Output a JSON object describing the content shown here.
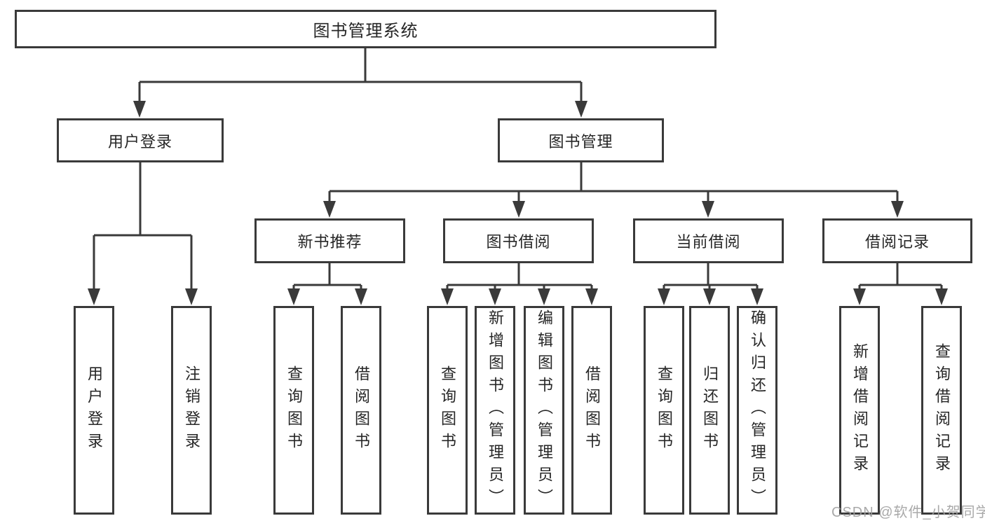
{
  "diagram": {
    "type": "tree",
    "colors": {
      "line": "#3a3a3a",
      "text": "#262626",
      "background": "#ffffff",
      "watermark": "#a0a0a0"
    },
    "root": {
      "label": "图书管理系统"
    },
    "level2": [
      {
        "label": "用户登录",
        "children": [
          {
            "label": "用户登录"
          },
          {
            "label": "注销登录"
          }
        ]
      },
      {
        "label": "图书管理",
        "children": [
          {
            "label": "新书推荐",
            "children": [
              {
                "label": "查询图书"
              },
              {
                "label": "借阅图书"
              }
            ]
          },
          {
            "label": "图书借阅",
            "children": [
              {
                "label": "查询图书"
              },
              {
                "label": "新增图书（管理员）"
              },
              {
                "label": "编辑图书（管理员）"
              },
              {
                "label": "借阅图书"
              }
            ]
          },
          {
            "label": "当前借阅",
            "children": [
              {
                "label": "查询图书"
              },
              {
                "label": "归还图书"
              },
              {
                "label": "确认归还（管理员）"
              }
            ]
          },
          {
            "label": "借阅记录",
            "children": [
              {
                "label": "新增借阅记录"
              },
              {
                "label": "查询借阅记录"
              }
            ]
          }
        ]
      }
    ],
    "watermark": "CSDN @软件_小贺同学"
  }
}
